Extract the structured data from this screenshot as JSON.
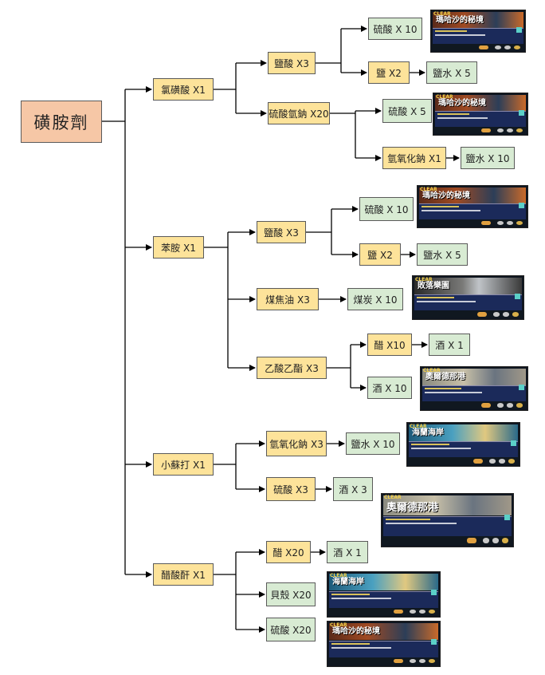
{
  "root": "磺胺劑",
  "nodes": {
    "a1": "氯磺酸 X1",
    "a1_s1": "鹽酸 X3",
    "a1_s1_c1": "硫酸 X 10",
    "a1_s1_c2": "鹽 X2",
    "a1_s1_c2_c": "鹽水 X 5",
    "a1_s2": "硫酸氫鈉 X20",
    "a1_s2_c1": "硫酸 X 5",
    "a1_s2_c2": "氫氧化鈉 X1",
    "a1_s2_c2_c": "鹽水 X 10",
    "a2": "苯胺 X1",
    "a2_s1": "鹽酸 X3",
    "a2_s1_c1": "硫酸 X 10",
    "a2_s1_c2": "鹽 X2",
    "a2_s1_c2_c": "鹽水 X 5",
    "a2_s2": "煤焦油 X3",
    "a2_s2_c1": "煤炭 X 10",
    "a2_s3": "乙酸乙酯 X3",
    "a2_s3_c1": "醋 X10",
    "a2_s3_c1_c": "酒 X 1",
    "a2_s3_c2": "酒 X 10",
    "a3": "小蘇打 X1",
    "a3_s1": "氫氧化鈉 X3",
    "a3_s1_c1": "鹽水 X 10",
    "a3_s2": "硫酸 X3",
    "a3_s2_c1": "酒 X 3",
    "a4": "醋酸酐 X1",
    "a4_s1": "醋 X20",
    "a4_s1_c1": "酒 X 1",
    "a4_s2": "貝殼 X20",
    "a4_s3": "硫酸 X20"
  },
  "thumbnails": [
    {
      "title": "瑪哈沙的秘境",
      "clear": "CLEAR",
      "theme": "fire"
    },
    {
      "title": "瑪哈沙的秘境",
      "clear": "CLEAR",
      "theme": "fire"
    },
    {
      "title": "瑪哈沙的秘境",
      "clear": "CLEAR",
      "theme": "fire"
    },
    {
      "title": "敗落樂園",
      "clear": "CLEAR",
      "theme": "cave"
    },
    {
      "title": "奧爾德那港",
      "clear": "CLEAR",
      "theme": "city"
    },
    {
      "title": "海蘭海岸",
      "clear": "CLEAR",
      "theme": "sea"
    },
    {
      "title": "奧爾德那港",
      "clear": "CLEAR",
      "theme": "city"
    },
    {
      "title": "海蘭海岸",
      "clear": "CLEAR",
      "theme": "sea"
    },
    {
      "title": "瑪哈沙的秘境",
      "clear": "CLEAR",
      "theme": "fire"
    }
  ],
  "colors": {
    "root_fill": "#f6c7a6",
    "intermediate_fill": "#fde39a",
    "leaf_fill": "#d8ebd3",
    "connector": "#000000"
  }
}
